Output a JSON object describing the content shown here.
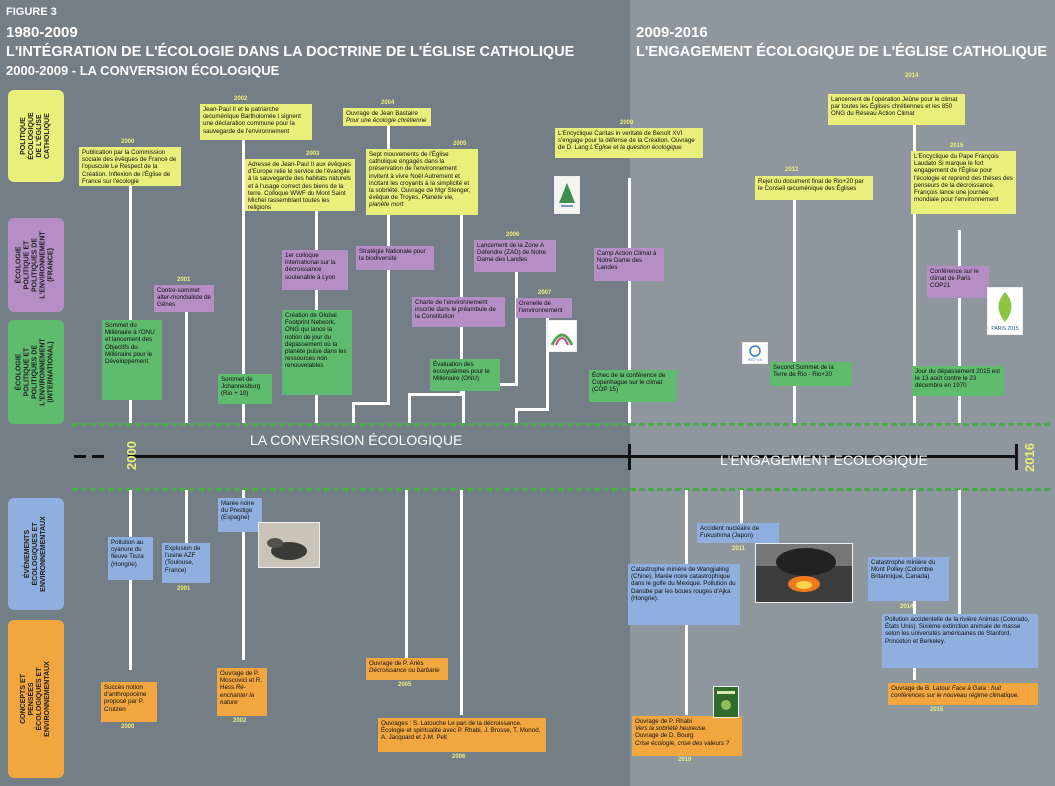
{
  "figure_label": "FIGURE 3",
  "left_header": {
    "years": "1980-2009",
    "title": "L'INTÉGRATION DE L'ÉCOLOGIE DANS LA DOCTRINE DE L'ÉGLISE CATHOLIQUE",
    "subtitle": "2000-2009 - LA CONVERSION ÉCOLOGIQUE"
  },
  "right_header": {
    "years": "2009-2016",
    "title": "L'ENGAGEMENT ÉCOLOGIQUE DE L'ÉGLISE CATHOLIQUE"
  },
  "categories": {
    "cat1": "Politique écologique de l'Église catholique",
    "cat2": "Écologie politique et politiques de l'environnement (France)",
    "cat3": "Écologie politique et politiques de l'environnement (international)",
    "cat4": "Événements écologiques et environnementaux",
    "cat5": "Concepts et pensées écologiques et environnementaux"
  },
  "timeline": {
    "start_year": "2000",
    "end_year": "2016",
    "phase1": "LA CONVERSION ÉCOLOGIQUE",
    "phase2": "L'ENGAGEMENT ECOLOGIQUE"
  },
  "boxes": {
    "e1": {
      "year": "2000",
      "text": "Publication par la Commission sociale des évêques de France de l'opuscule Le Respect de la Création. Inflexion de l'Église de France sur l'écologie"
    },
    "e2": {
      "year": "2002",
      "text": "Jean-Paul II et le patriarche œcuménique Bartholomée I signent une déclaration commune pour la sauvegarde de l'environnement"
    },
    "e3": {
      "year": "2003",
      "text": "Adresse de Jean-Paul II aux évêques d'Europe relie le service de l'évangile à la sauvegarde des habitats naturels et à l'usage correct des biens de la terre. Colloque WWF du Mont Saint Michel rassemblant toutes les religions"
    },
    "e4": {
      "year": "2004",
      "text": "Ouvrage de Jean Bastaire",
      "italic": "Pour une écologie chrétienne"
    },
    "e5": {
      "year": "2005",
      "text": "Sept mouvements de l'Église catholique engagés dans la préservation de l'environnement invitent à vivre Noël Autrement et incitant les croyants à la simplicité et la sobriété. Ouvrage de Mgr Stenger, évêque de Troyes,",
      "italic": "Planète vie, planète mort"
    },
    "e6": {
      "year": "2009",
      "text": "L'Encyclique Caritas in veritate de Benoît XVI s'engage pour la défense de la Création. Ouvrage de D. Lang",
      "italic": "L'Église et la question écologique"
    },
    "e7": {
      "year": "2014",
      "text": "Lancement de l'opération Jeûne pour le climat par toutes les Églises chrétiennes et les 850 ONG du Réseau Action Climat"
    },
    "e8": {
      "year": "2012",
      "text": "Rejet du document final de Rio+20 par le Conseil œcuménique des Églises"
    },
    "e9": {
      "year": "2015",
      "text": "L'Encyclique du Pape François Laudato Si marque le fort engagement de l'Église pour l'écologie et reprend des thèses des penseurs de la décroissance. François lance une journée mondiale pour l'environnement"
    },
    "f1": {
      "year": "2001",
      "text": "Contre-sommet alter-mondialiste de Gênes"
    },
    "f2": {
      "year": "",
      "text": "1er colloque international sur la décroissance soutenable à Lyon"
    },
    "f3": {
      "year": "",
      "text": "Stratégie Nationale pour la biodiversité"
    },
    "f4": {
      "year": "2006",
      "text": "Lancement de la Zone A Défendre (ZAD) de Notre Dame des Landes"
    },
    "f5": {
      "year": "",
      "text": "Charte de l'environnement inscrite dans le préambule de la Constitution"
    },
    "f6": {
      "year": "2007",
      "text": "Grenelle de l'environnement"
    },
    "f7": {
      "year": "",
      "text": "Camp Action Climat à Notre Dame des Landes"
    },
    "f8": {
      "year": "",
      "text": "Conférence sur le climat de Paris COP21"
    },
    "i1": {
      "year": "",
      "text": "Sommet du Millénaire à l'ONU et lancement des Objectifs du Millénaire pour le Développement"
    },
    "i2": {
      "year": "",
      "text": "Sommet de Johannesburg (Rio + 10)"
    },
    "i3": {
      "year": "",
      "text": "Création de Global Footprint Network, ONG qui lance la notion de jour du dépassement où la planète puise dans les ressources non renouvelables"
    },
    "i4": {
      "year": "",
      "text": "Évaluation des écosystèmes pour le Millénaire (ONU)"
    },
    "i5": {
      "year": "",
      "text": "Échec de la conférence de Copenhague sur le climat (COP 15)"
    },
    "i6": {
      "year": "",
      "text": "Second Sommet de la Terre de Rio - Rio+20"
    },
    "i7": {
      "year": "",
      "text": "Jour du dépassement 2015 est le 13 août contre le 23 décembre en 1970"
    },
    "v1": {
      "year": "",
      "text": "Pollution au cyanure du fleuve Tisza (Hongrie)"
    },
    "v2": {
      "year": "2001",
      "text": "Explosion de l'usine AZF (Toulouse, France)"
    },
    "v3": {
      "year": "",
      "text": "Marée noire du Prestige (Espagne)"
    },
    "v4": {
      "year": "2011",
      "text": "Accident nucléaire de Fukushima (Japon)"
    },
    "v5": {
      "year": "",
      "text": "Catastrophe minière de Wangjialing (Chine). Marée noire catastrophique dans le golfe du Mexique. Pollution du Danube par les boues rouges d'Ajka (Hongrie)."
    },
    "v6": {
      "year": "2014",
      "text": "Catastrophe minière du Mont Polley (Colombie Britannique, Canada)"
    },
    "v7": {
      "year": "",
      "text": "Pollution accidentelle de la rivière Animas (Colorado, États Unis). Sixième extinction animale de masse selon les universités américaines de Stanford, Princeton et Berkeley."
    },
    "c1": {
      "year": "2000",
      "text": "Succès notion d'anthropocène proposé par P. Crutzen"
    },
    "c2": {
      "year": "2002",
      "text": "Ouvrage de P. Moscovici et R. Hess",
      "italic": "Ré-enchanter la nature"
    },
    "c3": {
      "year": "2005",
      "text": "Ouvrage de P. Ariès",
      "italic": "Décroissance ou barbarie"
    },
    "c4": {
      "year": "2006",
      "text": "Ouvrages : S. Latouche Le pari de la décroissance. Écologie et spiritualité avec P. Rhabi, J. Brosse, T. Monod, A. Jacquard et J-M. Pelt"
    },
    "c5": {
      "year": "2010",
      "text": "Ouvrage de P. Rhabi",
      "italic": "Vers la sobriété heureuse.",
      "text2": "Ouvrage de D. Bourg",
      "italic2": "Crise écologie, crise des valeurs ?"
    },
    "c6": {
      "year": "2015",
      "text": "Ouvrage de B. Latour",
      "italic": "Face à Gaïa : huit conférences sur le nouveau régime climatique."
    }
  },
  "logos": {
    "rio20": "RIO+20",
    "cop21": "PARIS 2015"
  },
  "colors": {
    "left_bg": "#737e86",
    "right_bg": "#8e979d",
    "yellow": "#e9ef7a",
    "purple": "#b58ec6",
    "green": "#5fbb6e",
    "blue": "#8fb0de",
    "orange": "#f2a640"
  }
}
